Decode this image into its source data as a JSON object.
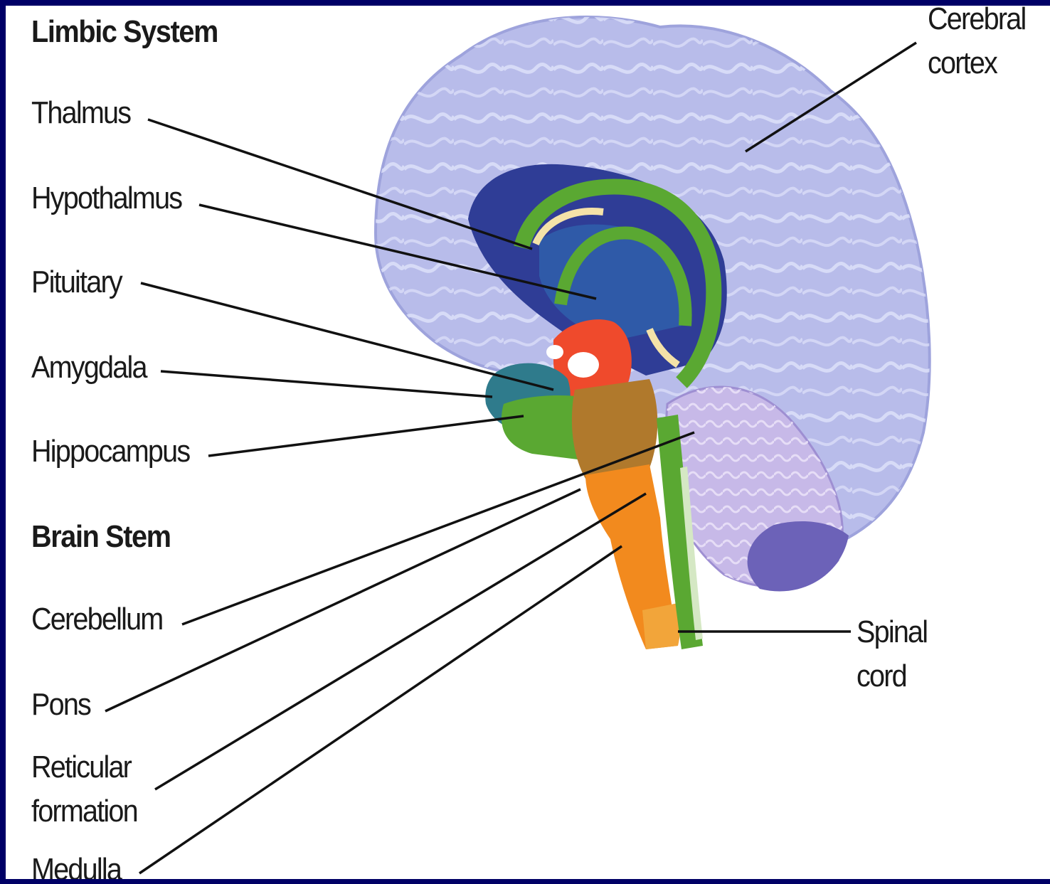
{
  "headings": {
    "limbic": "Limbic System",
    "brain_stem": "Brain Stem"
  },
  "labels": {
    "thalmus": "Thalmus",
    "hypothalmus": "Hypothalmus",
    "pituitary": "Pituitary",
    "amygdala": "Amygdala",
    "hippocampus": "Hippocampus",
    "cerebellum": "Cerebellum",
    "pons": "Pons",
    "reticular_1": "Reticular",
    "reticular_2": "formation",
    "medulla": "Medulla",
    "cortex_1": "Cerebral",
    "cortex_2": "cortex",
    "spinal_1": "Spinal",
    "spinal_2": "cord"
  },
  "colors": {
    "frame": "#000066",
    "cortex": "#b8bcea",
    "thalamus": "#2f3d96",
    "limbic_green": "#5aa832",
    "pituitary_red": "#ef4a2c",
    "brainstem_orange": "#f28a1e",
    "cerebellum": "#c7b9e8"
  }
}
